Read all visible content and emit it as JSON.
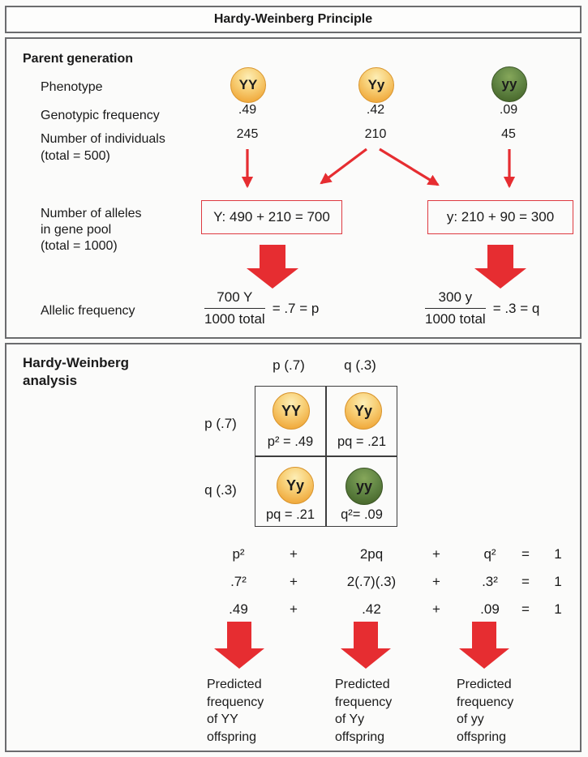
{
  "title": "Hardy-Weinberg Principle",
  "colors": {
    "accent_red": "#e62d31",
    "frame_border": "#6b6c6e",
    "allele_box_border": "#de3a41",
    "seed_yellow": "#f2b34c",
    "seed_green": "#5b8040"
  },
  "parent": {
    "heading": "Parent generation",
    "labels": {
      "phenotype": "Phenotype",
      "genotypic_frequency": "Genotypic frequency",
      "individuals_line1": "Number of individuals",
      "individuals_line2": "(total = 500)",
      "alleles_line1": "Number of alleles",
      "alleles_line2": "in gene pool",
      "alleles_line3": "(total = 1000)",
      "allelic_frequency": "Allelic frequency"
    },
    "phenotypes": [
      {
        "genotype": "YY",
        "variant": "yellow",
        "frequency": ".49",
        "count": "245"
      },
      {
        "genotype": "Yy",
        "variant": "yellow",
        "frequency": ".42",
        "count": "210"
      },
      {
        "genotype": "yy",
        "variant": "green",
        "frequency": ".09",
        "count": "45"
      }
    ],
    "allele_pool": [
      {
        "equation": "Y: 490 + 210 = 700"
      },
      {
        "equation": "y: 210 + 90 = 300"
      }
    ],
    "allelic_frequencies": [
      {
        "numerator": "700 Y",
        "denominator": "1000 total",
        "result": "= .7 = p"
      },
      {
        "numerator": "300 y",
        "denominator": "1000 total",
        "result": "= .3 = q"
      }
    ]
  },
  "analysis": {
    "heading_line1": "Hardy-Weinberg",
    "heading_line2": "analysis",
    "punnett": {
      "col_headers": [
        "p (.7)",
        "q (.3)"
      ],
      "row_headers": [
        "p (.7)",
        "q (.3)"
      ],
      "cells": [
        {
          "genotype": "YY",
          "variant": "yellow",
          "formula": "p² = .49"
        },
        {
          "genotype": "Yy",
          "variant": "yellow",
          "formula": "pq = .21"
        },
        {
          "genotype": "Yy",
          "variant": "yellow",
          "formula": "pq = .21"
        },
        {
          "genotype": "yy",
          "variant": "green",
          "formula": "q²= .09"
        }
      ]
    },
    "equations": [
      [
        "p²",
        "+",
        "2pq",
        "+",
        "q²",
        "=",
        "1"
      ],
      [
        ".7²",
        "+",
        "2(.7)(.3)",
        "+",
        ".3²",
        "=",
        "1"
      ],
      [
        ".49",
        "+",
        ".42",
        "+",
        ".09",
        "=",
        "1"
      ]
    ],
    "predictions": [
      {
        "lines": [
          "Predicted",
          "frequency",
          "of YY",
          "offspring"
        ]
      },
      {
        "lines": [
          "Predicted",
          "frequency",
          "of Yy",
          "offspring"
        ]
      },
      {
        "lines": [
          "Predicted",
          "frequency",
          "of yy",
          "offspring"
        ]
      }
    ]
  }
}
